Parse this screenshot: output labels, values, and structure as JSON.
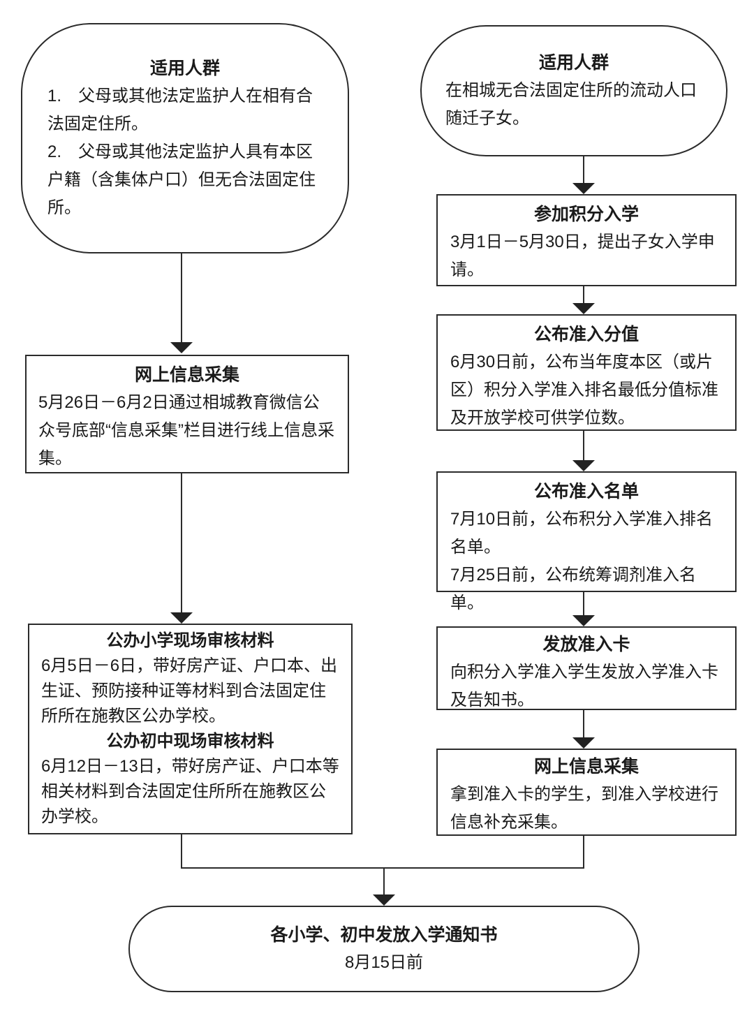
{
  "flow": {
    "left": {
      "audience": {
        "title": "适用人群",
        "items": [
          "1.　父母或其他法定监护人在相有合法固定住所。",
          "2.　父母或其他法定监护人具有本区户籍（含集体户口）但无合法固定住所。"
        ]
      },
      "collect": {
        "title": "网上信息采集",
        "body": "5月26日－6月2日通过相城教育微信公众号底部“信息采集”栏目进行线上信息采集。"
      },
      "review": {
        "primary_title": "公办小学现场审核材料",
        "primary_body": "6月5日－6日，带好房产证、户口本、出生证、预防接种证等材料到合法固定住所所在施教区公办学校。",
        "secondary_title": "公办初中现场审核材料",
        "secondary_body": "6月12日－13日，带好房产证、户口本等相关材料到合法固定住所所在施教区公办学校。"
      }
    },
    "right": {
      "audience": {
        "title": "适用人群",
        "body": "在相城无合法固定住所的流动人口随迁子女。"
      },
      "steps": [
        {
          "title": "参加积分入学",
          "body": "3月1日－5月30日，提出子女入学申请。"
        },
        {
          "title": "公布准入分值",
          "body": "6月30日前，公布当年度本区（或片区）积分入学准入排名最低分值标准及开放学校可供学位数。"
        },
        {
          "title": "公布准入名单",
          "lines": [
            "7月10日前，公布积分入学准入排名名单。",
            "7月25日前，公布统筹调剂准入名单。"
          ]
        },
        {
          "title": "发放准入卡",
          "body": "向积分入学准入学生发放入学准入卡及告知书。"
        },
        {
          "title": "网上信息采集",
          "body": "拿到准入卡的学生，到准入学校进行信息补充采集。"
        }
      ]
    },
    "end": {
      "title": "各小学、初中发放入学通知书",
      "date": "8月15日前"
    },
    "colors": {
      "line": "#2b2b2b",
      "background": "#ffffff",
      "text": "#1a1a1a"
    }
  }
}
